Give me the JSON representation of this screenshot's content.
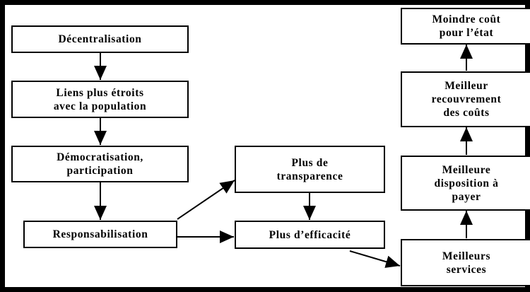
{
  "nodes": {
    "decentralisation": "Décentralisation",
    "liens": "Liens plus étroits\navec la population",
    "democratisation": "Démocratisation,\nparticipation",
    "responsabilisation": "Responsabilisation",
    "transparence": "Plus de\ntransparence",
    "efficacite": "Plus d’efficacité",
    "services": "Meilleurs\nservices",
    "disposition": "Meilleure\ndisposition à\npayer",
    "recouvrement": "Meilleur\nrecouvrement\ndes coûts",
    "cout": "Moindre coût\npour l’état"
  },
  "edges": [
    {
      "from": "Décentralisation",
      "to": "Liens plus étroits avec la population"
    },
    {
      "from": "Liens plus étroits avec la population",
      "to": "Démocratisation, participation"
    },
    {
      "from": "Démocratisation, participation",
      "to": "Responsabilisation"
    },
    {
      "from": "Responsabilisation",
      "to": "Plus de transparence"
    },
    {
      "from": "Responsabilisation",
      "to": "Plus d’efficacité"
    },
    {
      "from": "Plus de transparence",
      "to": "Plus d’efficacité"
    },
    {
      "from": "Plus d’efficacité",
      "to": "Meilleurs services"
    },
    {
      "from": "Meilleurs services",
      "to": "Meilleure disposition à payer"
    },
    {
      "from": "Meilleure disposition à payer",
      "to": "Meilleur recouvrement des coûts"
    },
    {
      "from": "Meilleur recouvrement des coûts",
      "to": "Moindre coût pour l’état"
    }
  ],
  "colors": {
    "line": "#000000",
    "background": "#ffffff"
  }
}
